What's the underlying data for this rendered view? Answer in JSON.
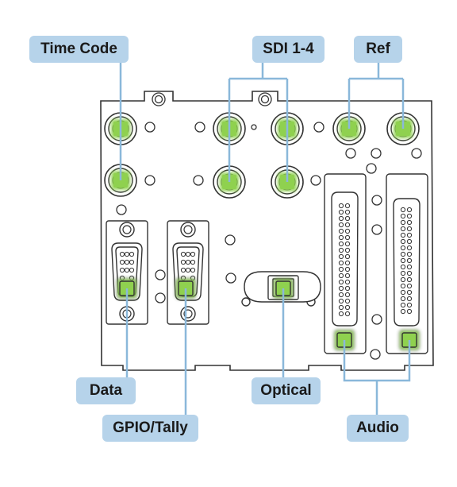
{
  "labels": {
    "time_code": "Time Code",
    "sdi": "SDI 1-4",
    "ref": "Ref",
    "data": "Data",
    "gpio_tally": "GPIO/Tally",
    "optical": "Optical",
    "audio": "Audio"
  },
  "colors": {
    "label_bg": "#b6d3ea",
    "connector_highlight": "#8fd14f",
    "leader_line": "#8ab8da",
    "panel_stroke": "#333333"
  }
}
